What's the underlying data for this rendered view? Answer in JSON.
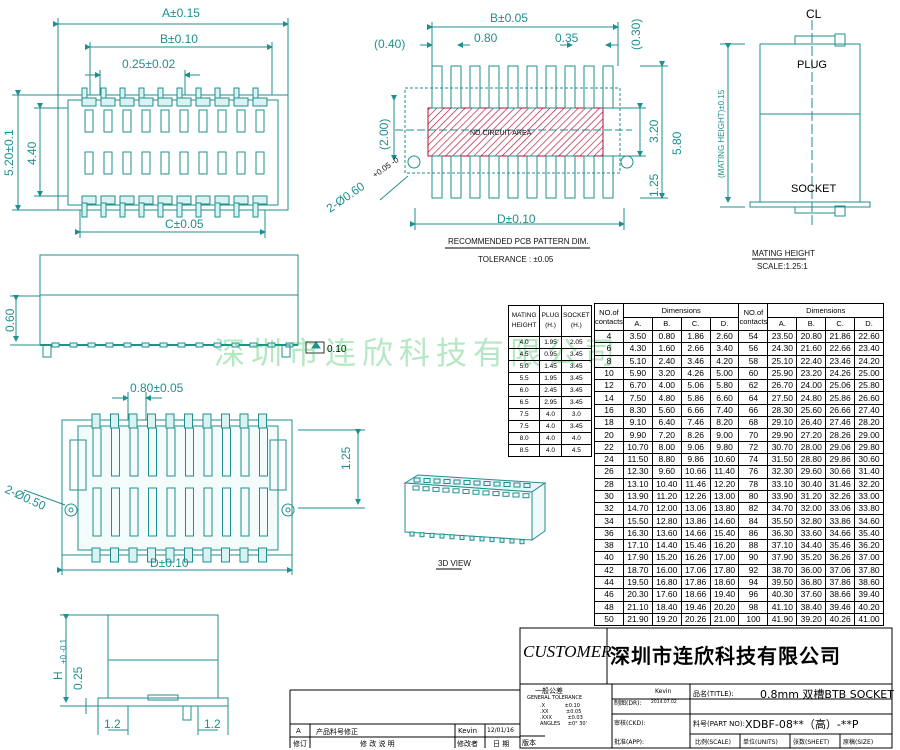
{
  "colors": {
    "line": "#1f8f8f",
    "fill": "#d9f2f2",
    "pcb": "#f3d6dc"
  },
  "top_view": {
    "dim_a": "A±0.15",
    "dim_b": "B±0.10",
    "dim_pitch": "0.25±0.02",
    "dim_c": "C±0.05",
    "dim_h1": "5.20±0.1",
    "dim_h2": "4.40"
  },
  "pcb": {
    "dim_b": "B±0.05",
    "dim_040": "(0.40)",
    "dim_080": "0.80",
    "dim_035": "0.35",
    "dim_030": "(0.30)",
    "dim_200": "(2.00)",
    "dim_580": "5.80",
    "dim_320": "3.20",
    "dim_125": "1.25",
    "dim_d": "D±0.10",
    "hole": "2-Ø0.60",
    "hole_tol": "+0.05 -0",
    "no_circuit": "NO CIRCUIT AREA",
    "title": "RECOMMENDED PCB PATTERN DIM.",
    "tolerance": "TOLERANCE : ±0.05"
  },
  "mating": {
    "cl": "CL",
    "plug": "PLUG",
    "socket": "SOCKET",
    "height": "(MATING HEIGHT)±0.15",
    "title": "MATING HEIGHT",
    "scale": "SCALE:1.25:1"
  },
  "side": {
    "dim_060": "0.60",
    "dim_010": "0.10"
  },
  "bottom": {
    "dim_pitch": "0.80±0.05",
    "hole": "2-Ø0.50",
    "dim_125": "1.25",
    "dim_d": "D±0.10"
  },
  "view3d": {
    "label": "3D VIEW"
  },
  "end": {
    "dim_h": "H",
    "dim_h_tol": "+0 -0.1",
    "dim_025": "0.25",
    "dim_12a": "1.2",
    "dim_12b": "1.2"
  },
  "watermark": "深圳市连欣科技有限公司",
  "mating_table": {
    "headers": [
      "MATING HEIGHT",
      "PLUG (H.)",
      "SOCKET (H.)"
    ],
    "rows": [
      [
        "4.0",
        "1.95",
        "2.05"
      ],
      [
        "4.5",
        "0.95",
        "3.45"
      ],
      [
        "5.0",
        "1.45",
        "3.45"
      ],
      [
        "5.5",
        "1.95",
        "3.45"
      ],
      [
        "6.0",
        "2.45",
        "3.45"
      ],
      [
        "6.5",
        "2.95",
        "3.45"
      ],
      [
        "7.5",
        "4.0",
        "3.0"
      ],
      [
        "7.5",
        "4.0",
        "3.45"
      ],
      [
        "8.0",
        "4.0",
        "4.0"
      ],
      [
        "8.5",
        "4.0",
        "4.5"
      ]
    ]
  },
  "dim_table": {
    "no_header": "NO.of contacts",
    "dim_header": "Dimensions",
    "cols": [
      "A.",
      "B.",
      "C.",
      "D."
    ],
    "left": [
      [
        "4",
        "3.50",
        "0.80",
        "1.86",
        "2.60"
      ],
      [
        "6",
        "4.30",
        "1.60",
        "2.66",
        "3.40"
      ],
      [
        "8",
        "5.10",
        "2.40",
        "3.46",
        "4.20"
      ],
      [
        "10",
        "5.90",
        "3.20",
        "4.26",
        "5.00"
      ],
      [
        "12",
        "6.70",
        "4.00",
        "5.06",
        "5.80"
      ],
      [
        "14",
        "7.50",
        "4.80",
        "5.86",
        "6.60"
      ],
      [
        "16",
        "8.30",
        "5.60",
        "6.66",
        "7.40"
      ],
      [
        "18",
        "9.10",
        "6.40",
        "7.46",
        "8.20"
      ],
      [
        "20",
        "9.90",
        "7.20",
        "8.26",
        "9.00"
      ],
      [
        "22",
        "10.70",
        "8.00",
        "9.06",
        "9.80"
      ],
      [
        "24",
        "11.50",
        "8.80",
        "9.86",
        "10.60"
      ],
      [
        "26",
        "12.30",
        "9.60",
        "10.66",
        "11.40"
      ],
      [
        "28",
        "13.10",
        "10.40",
        "11.46",
        "12.20"
      ],
      [
        "30",
        "13.90",
        "11.20",
        "12.26",
        "13.00"
      ],
      [
        "32",
        "14.70",
        "12.00",
        "13.06",
        "13.80"
      ],
      [
        "34",
        "15.50",
        "12.80",
        "13.86",
        "14.60"
      ],
      [
        "36",
        "16.30",
        "13.60",
        "14.66",
        "15.40"
      ],
      [
        "38",
        "17.10",
        "14.40",
        "15.46",
        "16.20"
      ],
      [
        "40",
        "17.90",
        "15.20",
        "16.26",
        "17.00"
      ],
      [
        "42",
        "18.70",
        "16.00",
        "17.06",
        "17.80"
      ],
      [
        "44",
        "19.50",
        "16.80",
        "17.86",
        "18.60"
      ],
      [
        "46",
        "20.30",
        "17.60",
        "18.66",
        "19.40"
      ],
      [
        "48",
        "21.10",
        "18.40",
        "19.46",
        "20.20"
      ],
      [
        "50",
        "21.90",
        "19.20",
        "20.26",
        "21.00"
      ]
    ],
    "right": [
      [
        "54",
        "23.50",
        "20.80",
        "21.86",
        "22.60"
      ],
      [
        "56",
        "24.30",
        "21.60",
        "22.66",
        "23.40"
      ],
      [
        "58",
        "25.10",
        "22.40",
        "23.46",
        "24.20"
      ],
      [
        "60",
        "25.90",
        "23.20",
        "24.26",
        "25.00"
      ],
      [
        "62",
        "26.70",
        "24.00",
        "25.06",
        "25.80"
      ],
      [
        "64",
        "27.50",
        "24.80",
        "25.86",
        "26.60"
      ],
      [
        "66",
        "28.30",
        "25.60",
        "26.66",
        "27.40"
      ],
      [
        "68",
        "29.10",
        "26.40",
        "27.46",
        "28.20"
      ],
      [
        "70",
        "29.90",
        "27.20",
        "28.26",
        "29.00"
      ],
      [
        "72",
        "30.70",
        "28.00",
        "29.06",
        "29.80"
      ],
      [
        "74",
        "31.50",
        "28.80",
        "29.86",
        "30.60"
      ],
      [
        "76",
        "32.30",
        "29.60",
        "30.66",
        "31.40"
      ],
      [
        "78",
        "33.10",
        "30.40",
        "31.46",
        "32.20"
      ],
      [
        "80",
        "33.90",
        "31.20",
        "32.26",
        "33.00"
      ],
      [
        "82",
        "34.70",
        "32.00",
        "33.06",
        "33.80"
      ],
      [
        "84",
        "35.50",
        "32.80",
        "33.86",
        "34.60"
      ],
      [
        "86",
        "36.30",
        "33.60",
        "34.66",
        "35.40"
      ],
      [
        "88",
        "37.10",
        "34.40",
        "35.46",
        "36.20"
      ],
      [
        "90",
        "37.90",
        "35.20",
        "36.26",
        "37.00"
      ],
      [
        "92",
        "38.70",
        "36.00",
        "37.06",
        "37.80"
      ],
      [
        "94",
        "39.50",
        "36.80",
        "37.86",
        "38.60"
      ],
      [
        "96",
        "40.30",
        "37.60",
        "38.66",
        "39.40"
      ],
      [
        "98",
        "41.10",
        "38.40",
        "39.46",
        "40.20"
      ],
      [
        "100",
        "41.90",
        "39.20",
        "40.26",
        "41.00"
      ]
    ]
  },
  "title_block": {
    "customer": "CUSTOMER",
    "company": "深圳市连欣科技有限公司",
    "tol_title": "一般公差",
    "tol_sub": "GENERAL TOLERANCE",
    "tol_rows": [
      [
        ".X",
        "±0.10"
      ],
      [
        ".XX",
        "±0.05"
      ],
      [
        ".XXX",
        "±0.03"
      ],
      [
        "ANGLES",
        "±0° 30'"
      ]
    ],
    "drawn_label": "制图(DR):",
    "drawn_name": "Kevin",
    "drawn_date": "2014.07.02",
    "check_label": "审核(CKD):",
    "approve_label": "批准(APP):",
    "title_label": "品名(TITLE):",
    "title_value": "0.8mm 双槽BTB SOCKET",
    "part_label": "料号(PART NO):",
    "part_value": "XDBF-08**（高）-**P",
    "scale_label": "比例(SCALE)",
    "unit_label": "单位(UNITS)",
    "sheet_label": "张数(SHEET)",
    "size_label": "原稿(SIZE)",
    "rev_mark": "A",
    "rev_desc": "产品料号修正",
    "rev_by": "Kevin",
    "rev_date": "12/01/16",
    "rev_col1": "修订",
    "rev_col2": "修 改 说 明",
    "rev_col3": "修改者",
    "rev_col4": "日 期",
    "ver_label": "版本"
  }
}
